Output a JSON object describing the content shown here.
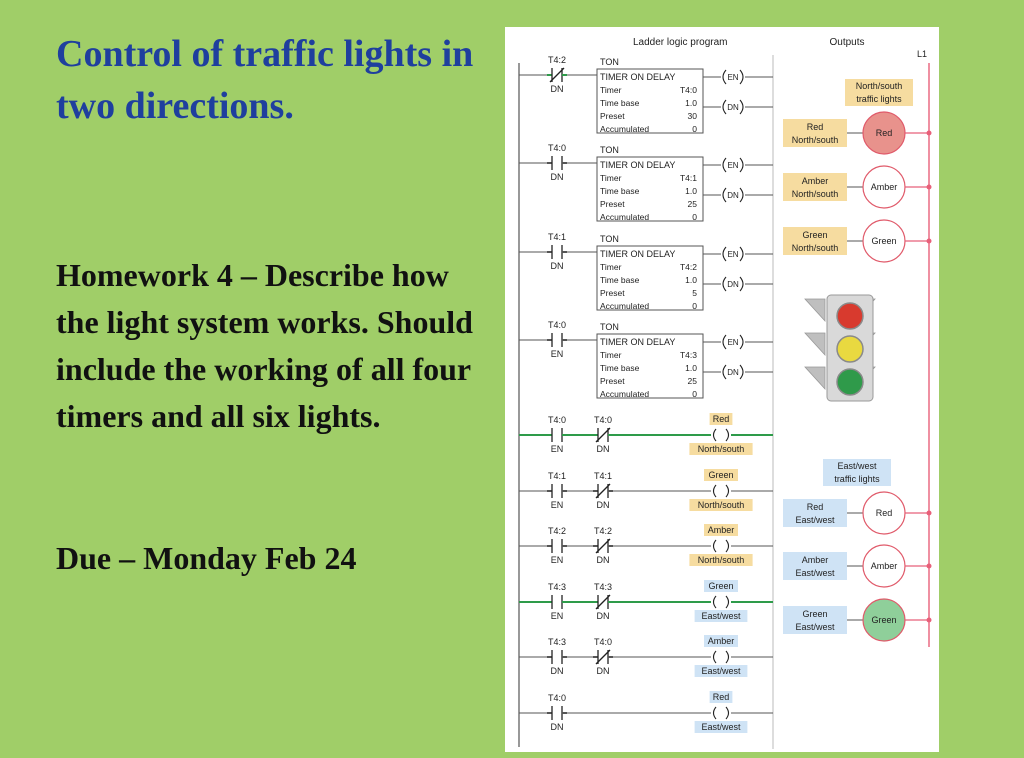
{
  "slide": {
    "title": "Control of traffic lights in two directions.",
    "homework": "Homework 4 – Describe how the light system works. Should include the working of all four timers and all six lights.",
    "due": "Due – Monday Feb 24"
  },
  "diagram": {
    "header_program": "Ladder logic program",
    "header_outputs": "Outputs",
    "rail_label": "L1",
    "timer_rungs": [
      {
        "contact_addr": "T4:2",
        "contact_bit": "DN",
        "contact_type": "NC",
        "block": "TON",
        "block_title": "TIMER ON DELAY",
        "timer": "T4:0",
        "time_base": "1.0",
        "preset": "30",
        "accumulated": "0"
      },
      {
        "contact_addr": "T4:0",
        "contact_bit": "DN",
        "contact_type": "NO",
        "block": "TON",
        "block_title": "TIMER ON DELAY",
        "timer": "T4:1",
        "time_base": "1.0",
        "preset": "25",
        "accumulated": "0"
      },
      {
        "contact_addr": "T4:1",
        "contact_bit": "DN",
        "contact_type": "NO",
        "block": "TON",
        "block_title": "TIMER ON DELAY",
        "timer": "T4:2",
        "time_base": "1.0",
        "preset": "5",
        "accumulated": "0"
      },
      {
        "contact_addr": "T4:0",
        "contact_bit": "EN",
        "contact_type": "NO",
        "block": "TON",
        "block_title": "TIMER ON DELAY",
        "timer": "T4:3",
        "time_base": "1.0",
        "preset": "25",
        "accumulated": "0"
      }
    ],
    "block_field_labels": {
      "timer": "Timer",
      "time_base": "Time base",
      "preset": "Preset",
      "accumulated": "Accumulated"
    },
    "coil_labels": {
      "en": "EN",
      "dn": "DN"
    },
    "output_rungs": [
      {
        "c1_addr": "T4:0",
        "c1_bit": "EN",
        "c1_type": "NO",
        "c2_addr": "T4:0",
        "c2_bit": "DN",
        "c2_type": "NC",
        "coil_top": "Red",
        "coil_bottom": "North/south",
        "group": "ns"
      },
      {
        "c1_addr": "T4:1",
        "c1_bit": "EN",
        "c1_type": "NO",
        "c2_addr": "T4:1",
        "c2_bit": "DN",
        "c2_type": "NC",
        "coil_top": "Green",
        "coil_bottom": "North/south",
        "group": "ns"
      },
      {
        "c1_addr": "T4:2",
        "c1_bit": "EN",
        "c1_type": "NO",
        "c2_addr": "T4:2",
        "c2_bit": "DN",
        "c2_type": "NC",
        "coil_top": "Amber",
        "coil_bottom": "North/south",
        "group": "ns"
      },
      {
        "c1_addr": "T4:3",
        "c1_bit": "EN",
        "c1_type": "NO",
        "c2_addr": "T4:3",
        "c2_bit": "DN",
        "c2_type": "NC",
        "coil_top": "Green",
        "coil_bottom": "East/west",
        "group": "ew"
      },
      {
        "c1_addr": "T4:3",
        "c1_bit": "DN",
        "c1_type": "NO",
        "c2_addr": "T4:0",
        "c2_bit": "DN",
        "c2_type": "NC",
        "coil_top": "Amber",
        "coil_bottom": "East/west",
        "group": "ew"
      },
      {
        "c1_addr": "T4:0",
        "c1_bit": "DN",
        "c1_type": "NO",
        "c2_addr": "",
        "c2_bit": "",
        "c2_type": "",
        "coil_top": "Red",
        "coil_bottom": "East/west",
        "group": "ew"
      }
    ],
    "ns_group_label": [
      "North/south",
      "traffic lights"
    ],
    "ew_group_label": [
      "East/west",
      "traffic lights"
    ],
    "ns_outputs": [
      {
        "label": [
          "Red",
          "North/south"
        ],
        "lamp": "Red",
        "active": true
      },
      {
        "label": [
          "Amber",
          "North/south"
        ],
        "lamp": "Amber",
        "active": false
      },
      {
        "label": [
          "Green",
          "North/south"
        ],
        "lamp": "Green",
        "active": false
      }
    ],
    "ew_outputs": [
      {
        "label": [
          "Red",
          "East/west"
        ],
        "lamp": "Red",
        "active": false
      },
      {
        "label": [
          "Amber",
          "East/west"
        ],
        "lamp": "Amber",
        "active": false
      },
      {
        "label": [
          "Green",
          "East/west"
        ],
        "lamp": "Green",
        "active": true
      }
    ],
    "colors": {
      "rail": "#e8607a",
      "wire": "#555555",
      "energized": "#2e9b4a",
      "ns_label_bg": "#f6dca0",
      "ew_label_bg": "#cfe3f5",
      "lamp_red_fill": "#e8928c",
      "lamp_green_fill": "#8fcf9a",
      "lamp_outline": "#e05a6a"
    }
  }
}
